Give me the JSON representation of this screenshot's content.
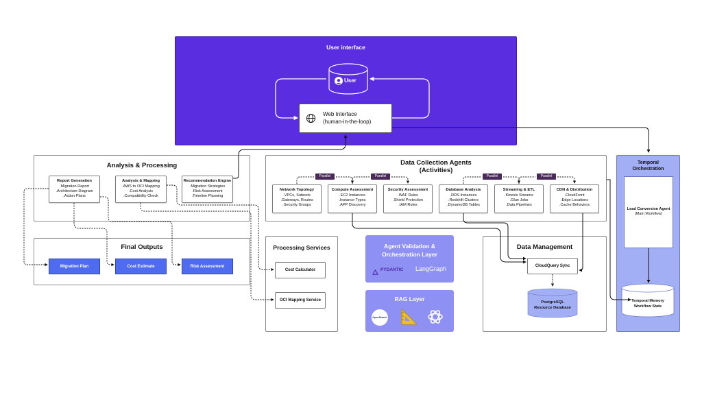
{
  "user_interface": {
    "title": "User interface",
    "user_label": "User",
    "web_interface_line1": "Web Interface",
    "web_interface_line2": "(human-in-the-loop)"
  },
  "analysis_processing": {
    "title": "Analysis & Processing",
    "cards": [
      {
        "title": "Report Generation",
        "items": [
          ".Migration Report",
          ".Architecture Diagram",
          ".Action Plans"
        ]
      },
      {
        "title": "Analysis & Mapping",
        "items": [
          ".AWS to OCI Mapping",
          ".Cost Analysis",
          ".Compatibility Check"
        ]
      },
      {
        "title": "Recommendation Engine",
        "items": [
          ".Migration Strategies",
          ".Risk Assessment",
          ".Timeline Planning"
        ]
      }
    ]
  },
  "data_collection": {
    "title_line1": "Data Collection Agents",
    "title_line2": "(Activities)",
    "parallel_label": "Parallel",
    "cards": [
      {
        "title": "Network Topology",
        "items": [
          ".VPCs, Subnets",
          ".Gateways, Routes",
          ".Security Groups"
        ]
      },
      {
        "title": "Compute Assessment",
        "items": [
          ".EC2 Instances",
          ".Instance Types",
          ".APP Discovery"
        ]
      },
      {
        "title": "Security Assessment",
        "items": [
          ".WAF Rules",
          ".Shield Protection",
          ".IAM Roles"
        ]
      },
      {
        "title": "Database Analysis",
        "items": [
          ".RDS Instances",
          ".Redshift Clusters",
          ".DynamoDB Tables"
        ]
      },
      {
        "title": "Streaming & ETL",
        "items": [
          ".Kinesis Streams",
          ".Glue Jobs",
          ".Data Pipelines"
        ]
      },
      {
        "title": "CDN & Distribution",
        "items": [
          ".CloudFront",
          ".Edge Locations",
          ".Cache Behaviors"
        ]
      }
    ]
  },
  "temporal": {
    "title_line1": "Temporal",
    "title_line2": "Orchestration",
    "agent_title": "Lead Conversion Agent",
    "agent_subtitle": "(Main Workflow)",
    "memory_line1": "Temporal Memory",
    "memory_line2": "Workflow State"
  },
  "final_outputs": {
    "title": "Final Outputs",
    "items": [
      "Migration Plan",
      "Cost Estimate",
      "Risk Assessment"
    ]
  },
  "processing_services": {
    "title": "Processing Services",
    "items": [
      "Cost Calculator",
      "OCI Mapping Service"
    ]
  },
  "agent_validation": {
    "title_line1": "Agent Validation &",
    "title_line2": "Orchestration Layer",
    "logo1": "PYDANTIC",
    "logo2": "LangGraph"
  },
  "rag_layer": {
    "title": "RAG Layer",
    "logo1": "OpenSearch"
  },
  "data_management": {
    "title": "Data Management",
    "sync_label": "CloudQuery Sync",
    "db_line1": "PostgreSQL",
    "db_line2": "Resource Database"
  },
  "colors": {
    "ui_purple": "#5a2ee0",
    "temporal_blue": "#a3aff5",
    "output_blue": "#4f6cf0",
    "lavender": "#8f90f4",
    "parallel_pill": "#4a2a5a"
  }
}
